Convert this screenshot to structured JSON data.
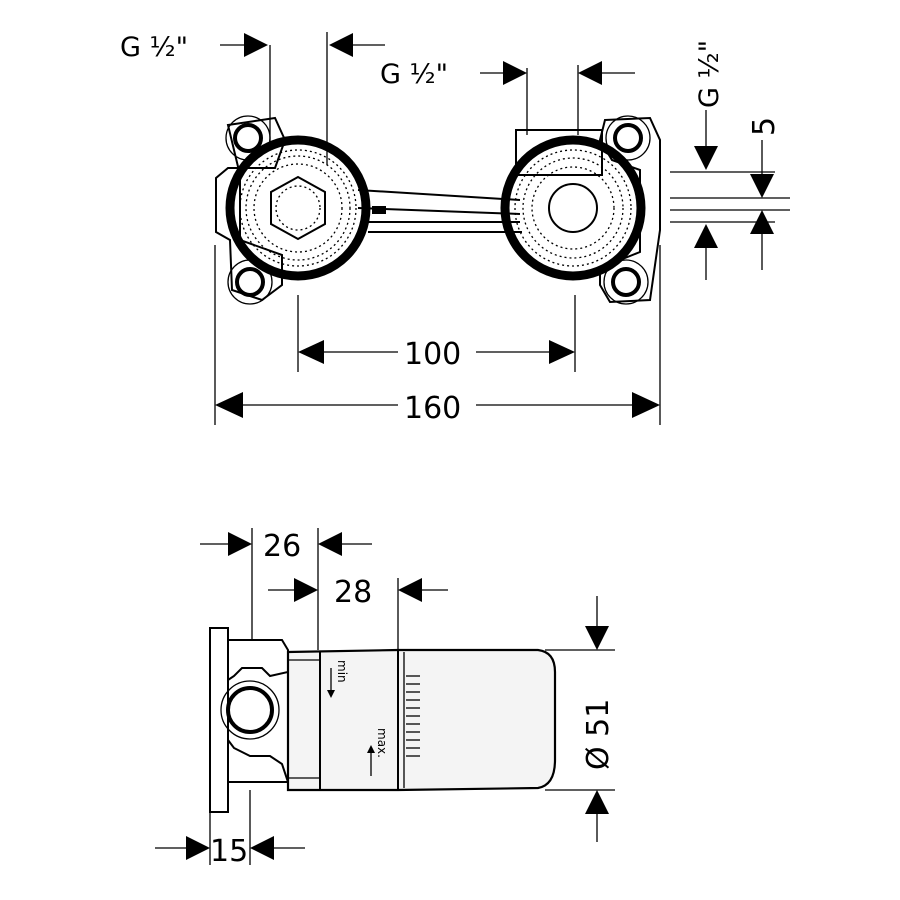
{
  "top_view": {
    "thread_left": "G ½\"",
    "thread_center": "G ½\"",
    "thread_right": "G ½\"",
    "dim_offset": "5",
    "dim_center_distance": "100",
    "dim_overall_width": "160"
  },
  "side_view": {
    "dim_26": "26",
    "dim_28": "28",
    "dim_diameter": "Ø 51",
    "dim_flange": "15",
    "label_min": "min",
    "label_max": "max."
  }
}
